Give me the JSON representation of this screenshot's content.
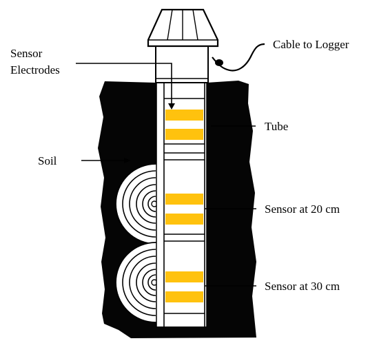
{
  "labels": {
    "sensor_electrodes_line1": "Sensor",
    "sensor_electrodes_line2": "Electrodes",
    "cable": "Cable to Logger",
    "tube": "Tube",
    "soil": "Soil",
    "sensor_20": "Sensor at 20 cm",
    "sensor_30": "Sensor at 30 cm"
  },
  "colors": {
    "soil": "#050505",
    "sensor_band": "#FFC20E",
    "tube": "#ffffff",
    "line": "#000000"
  }
}
